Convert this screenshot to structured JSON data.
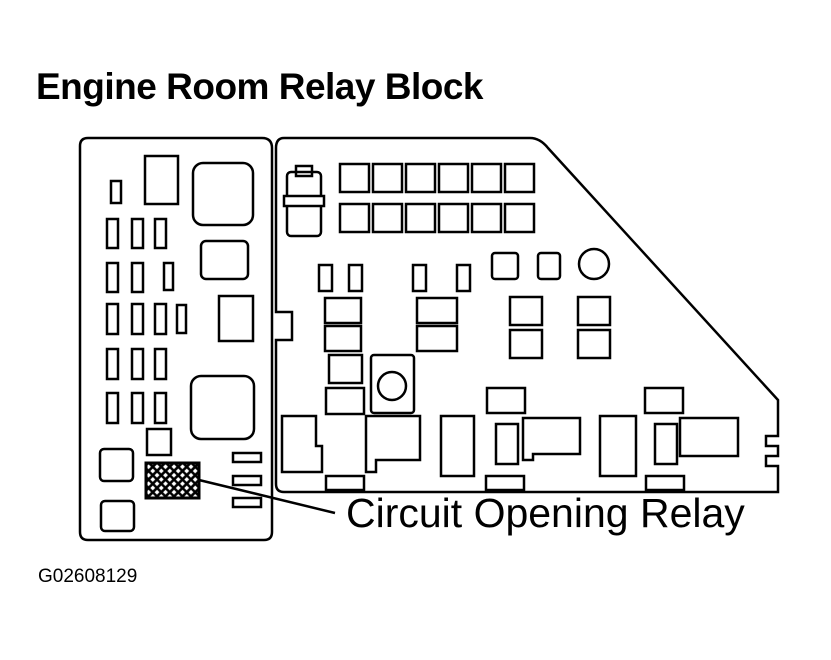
{
  "title": "Engine Room Relay Block",
  "callout": {
    "label": "Circuit Opening Relay"
  },
  "figure_id": "G02608129",
  "colors": {
    "line": "#000000",
    "background": "#ffffff"
  }
}
